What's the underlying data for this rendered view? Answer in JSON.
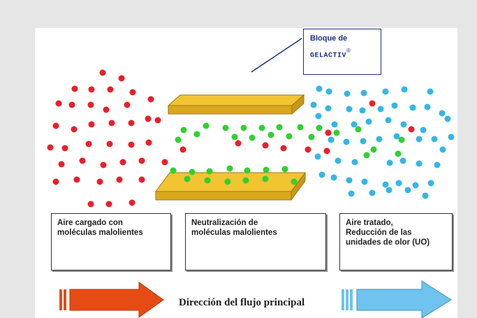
{
  "callout": {
    "title": "Bloque de",
    "brand": "GELACTIV",
    "registered": "®"
  },
  "stages": [
    {
      "lines": [
        "Aire cargado con",
        "moléculas malolientes"
      ]
    },
    {
      "lines": [
        "Neutralización de",
        "moléculas malolientes"
      ]
    },
    {
      "lines": [
        "Aire tratado,",
        "Reducción de las",
        "unidades de olor (UO)"
      ]
    }
  ],
  "flow_label": "Dirección del flujo principal",
  "colors": {
    "background": "#e6e6e6",
    "panel": "#ffffff",
    "malodorous_molecule": "#e8202a",
    "neutralized_molecule": "#2fd12f",
    "treated_air_molecule": "#34b6e6",
    "gelactiv_block": "#f2c431",
    "orange_arrow": "#e64b14",
    "blue_arrow": "#6ec3ef",
    "callout_text": "#1f2f8a"
  }
}
